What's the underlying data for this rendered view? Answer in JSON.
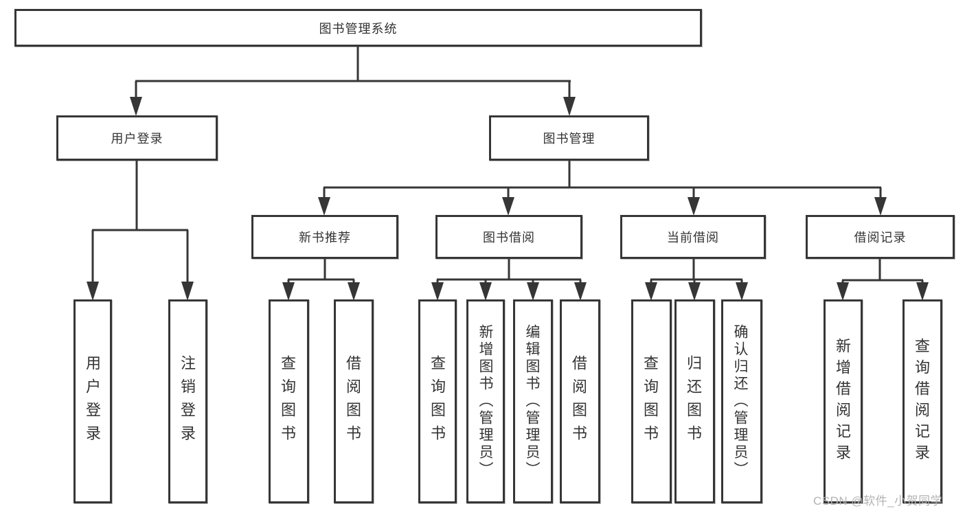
{
  "tree": {
    "label": "图书管理系统",
    "children": [
      {
        "label": "用户登录",
        "children": [
          {
            "label": "用户登录"
          },
          {
            "label": "注销登录"
          }
        ]
      },
      {
        "label": "图书管理",
        "children": [
          {
            "label": "新书推荐",
            "children": [
              {
                "label": "查询图书"
              },
              {
                "label": "借阅图书"
              }
            ]
          },
          {
            "label": "图书借阅",
            "children": [
              {
                "label": "查询图书"
              },
              {
                "label": "新增图书（管理员）"
              },
              {
                "label": "编辑图书（管理员）"
              },
              {
                "label": "借阅图书"
              }
            ]
          },
          {
            "label": "当前借阅",
            "children": [
              {
                "label": "查询图书"
              },
              {
                "label": "归还图书"
              },
              {
                "label": "确认归还（管理员）"
              }
            ]
          },
          {
            "label": "借阅记录",
            "children": [
              {
                "label": "新增借阅记录"
              },
              {
                "label": "查询借阅记录"
              }
            ]
          }
        ]
      }
    ]
  },
  "watermark": "CSDN @软件_小贺同学",
  "colors": {
    "line": "#363636",
    "text": "#333333",
    "watermark": "#b3b3b3",
    "background": "#ffffff"
  }
}
